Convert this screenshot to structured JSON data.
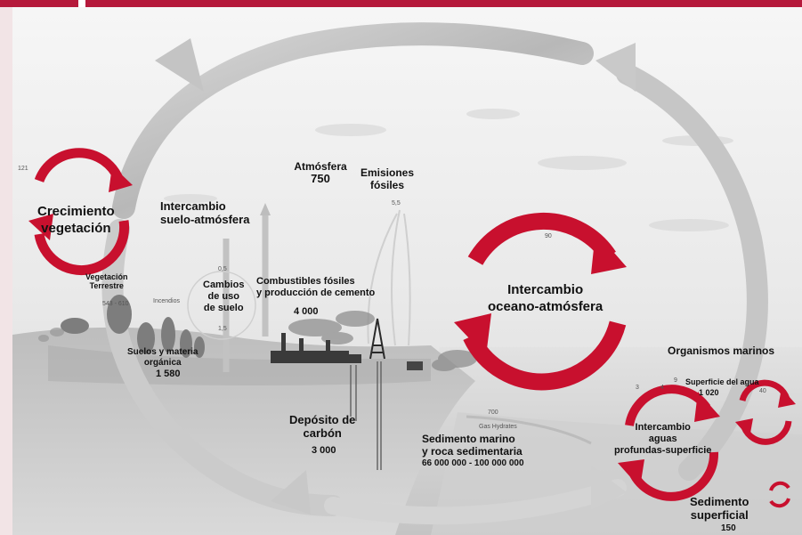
{
  "labels": {
    "crecimiento": "Crecimiento\nvegetación",
    "intercambio_suelo": "Intercambio\nsuelo-atmósfera",
    "atmosfera": "Atmósfera",
    "atmosfera_val": "750",
    "emisiones": "Emisiones\nfósiles",
    "emisiones_val": "5,5",
    "intercambio_oceano": "Intercambio\noceano-atmósfera",
    "oceano_flux": "90",
    "vegetacion_terrestre": "Vegetación\nTerrestre",
    "vegetacion_val": "543 - 610",
    "incendios": "Incendios",
    "cambios_uso": "Cambios\nde uso\nde suelo",
    "cambios_val1": "0,5",
    "cambios_val2": "1,5",
    "combustibles": "Combustibles fósiles\ny producción de cemento",
    "combustibles_val": "4 000",
    "suelos": "Suelos y materia\norgánica",
    "suelos_val": "1 580",
    "deposito": "Depósito de\ncarbón",
    "deposito_val": "3 000",
    "sedimento_marino": "Sedimento marino\ny roca sedimentaria",
    "sedimento_marino_val": "66 000 000 - 100 000 000",
    "organismos": "Organismos marinos",
    "superficie_agua": "Superficie del agua",
    "superficie_val": "1 020",
    "intercambio_aguas": "Intercambio\naguas\nprofundas-superficie",
    "sedimento_superficial": "Sedimento\nsuperficial",
    "sedimento_superficial_val": "150",
    "gas_hydrates": "Gas Hydrates",
    "gas_hydrates_val": "700",
    "flux_121": "121",
    "flux_3": "3",
    "flux_9": "9",
    "flux_4": "4",
    "flux_40": "40"
  },
  "colors": {
    "accent_red": "#c8102e",
    "top_bar": "#b5193b",
    "sidebar": "#f2e4e6"
  }
}
